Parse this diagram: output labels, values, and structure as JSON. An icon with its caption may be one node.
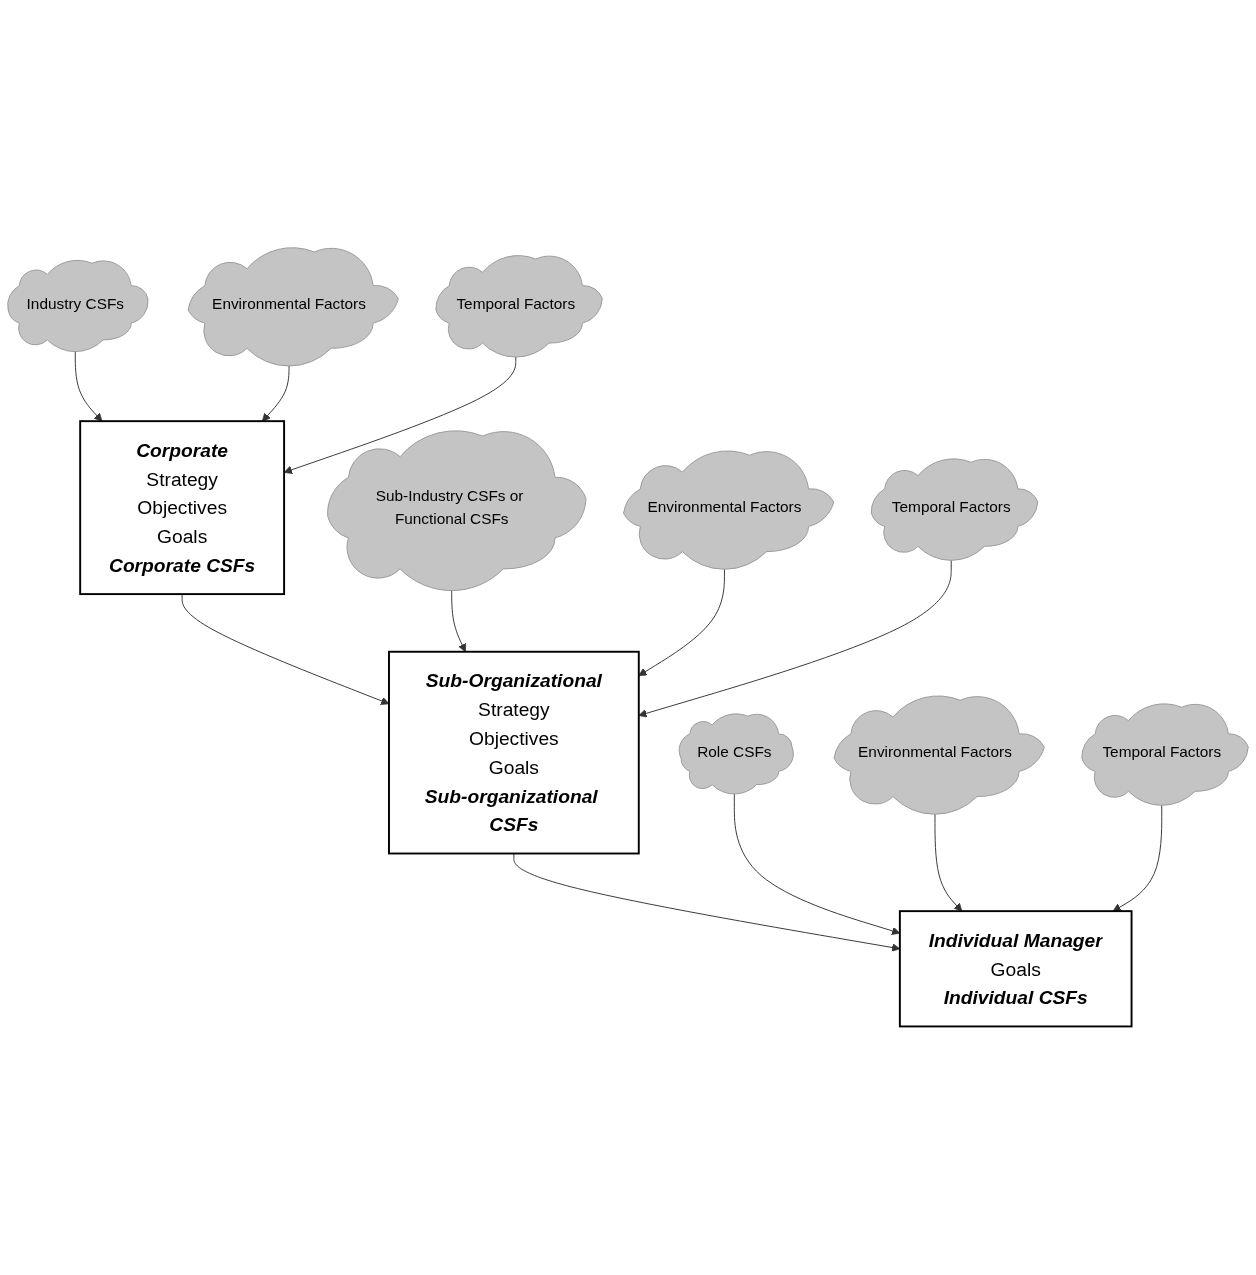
{
  "diagram": {
    "nodes": [
      {
        "text": [
          "Industry CSFs"
        ]
      },
      {
        "text": [
          "Corporate",
          "Strategy",
          "Objectives",
          "Goals",
          "Corporate CSFs"
        ]
      },
      {
        "text": [
          "Environmental Factors"
        ]
      },
      {
        "text": [
          "Temporal Factors"
        ]
      },
      {
        "text": [
          "Sub-Industry CSFs or Functional CSFs"
        ]
      },
      {
        "text": [
          "Sub-Organizational",
          "Strategy",
          "Objectives",
          "Goals",
          "Sub-organizational CSFs"
        ]
      },
      {
        "text": [
          "Environmental Factors"
        ]
      },
      {
        "text": [
          "Temporal Factors"
        ]
      },
      {
        "text": [
          "Role CSFs"
        ]
      },
      {
        "text": [
          "Individual Manager",
          "Goals",
          "Individual CSFs"
        ]
      },
      {
        "text": [
          "Environmental Factors"
        ]
      },
      {
        "text": [
          "Temporal Factors"
        ]
      }
    ],
    "edges": [
      {
        "from": 0,
        "to": 1,
        "arrow": "to"
      },
      {
        "from": 2,
        "to": 1,
        "arrow": "to"
      },
      {
        "from": 3,
        "to": 1,
        "arrow": "to"
      },
      {
        "from": 1,
        "to": 5,
        "arrow": "to"
      },
      {
        "from": 4,
        "to": 5,
        "arrow": "to"
      },
      {
        "from": 6,
        "to": 5,
        "arrow": "to"
      },
      {
        "from": 7,
        "to": 5,
        "arrow": "to"
      },
      {
        "from": 5,
        "to": 9,
        "arrow": "to"
      },
      {
        "from": 8,
        "to": 9,
        "arrow": "to"
      },
      {
        "from": 10,
        "to": 9,
        "arrow": "to"
      },
      {
        "from": 11,
        "to": 9,
        "arrow": "to"
      }
    ]
  }
}
